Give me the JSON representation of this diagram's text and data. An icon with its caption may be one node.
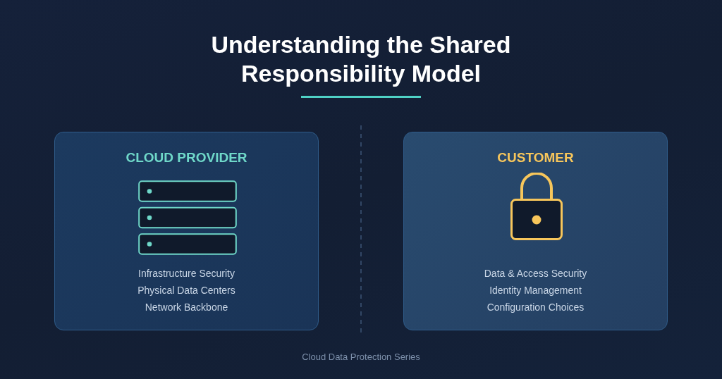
{
  "diagram": {
    "title": "Understanding the Shared Responsibility Model",
    "caption": "Cloud Data Protection Series",
    "nodes": [
      {
        "text": [
          "CLOUD PROVIDER",
          "Infrastructure Security",
          "Physical Data Centers",
          "Network Backbone"
        ]
      },
      {
        "text": [
          "CUSTOMER",
          "Data & Access Security",
          "Identity Management",
          "Configuration Choices"
        ]
      }
    ],
    "edges": []
  }
}
